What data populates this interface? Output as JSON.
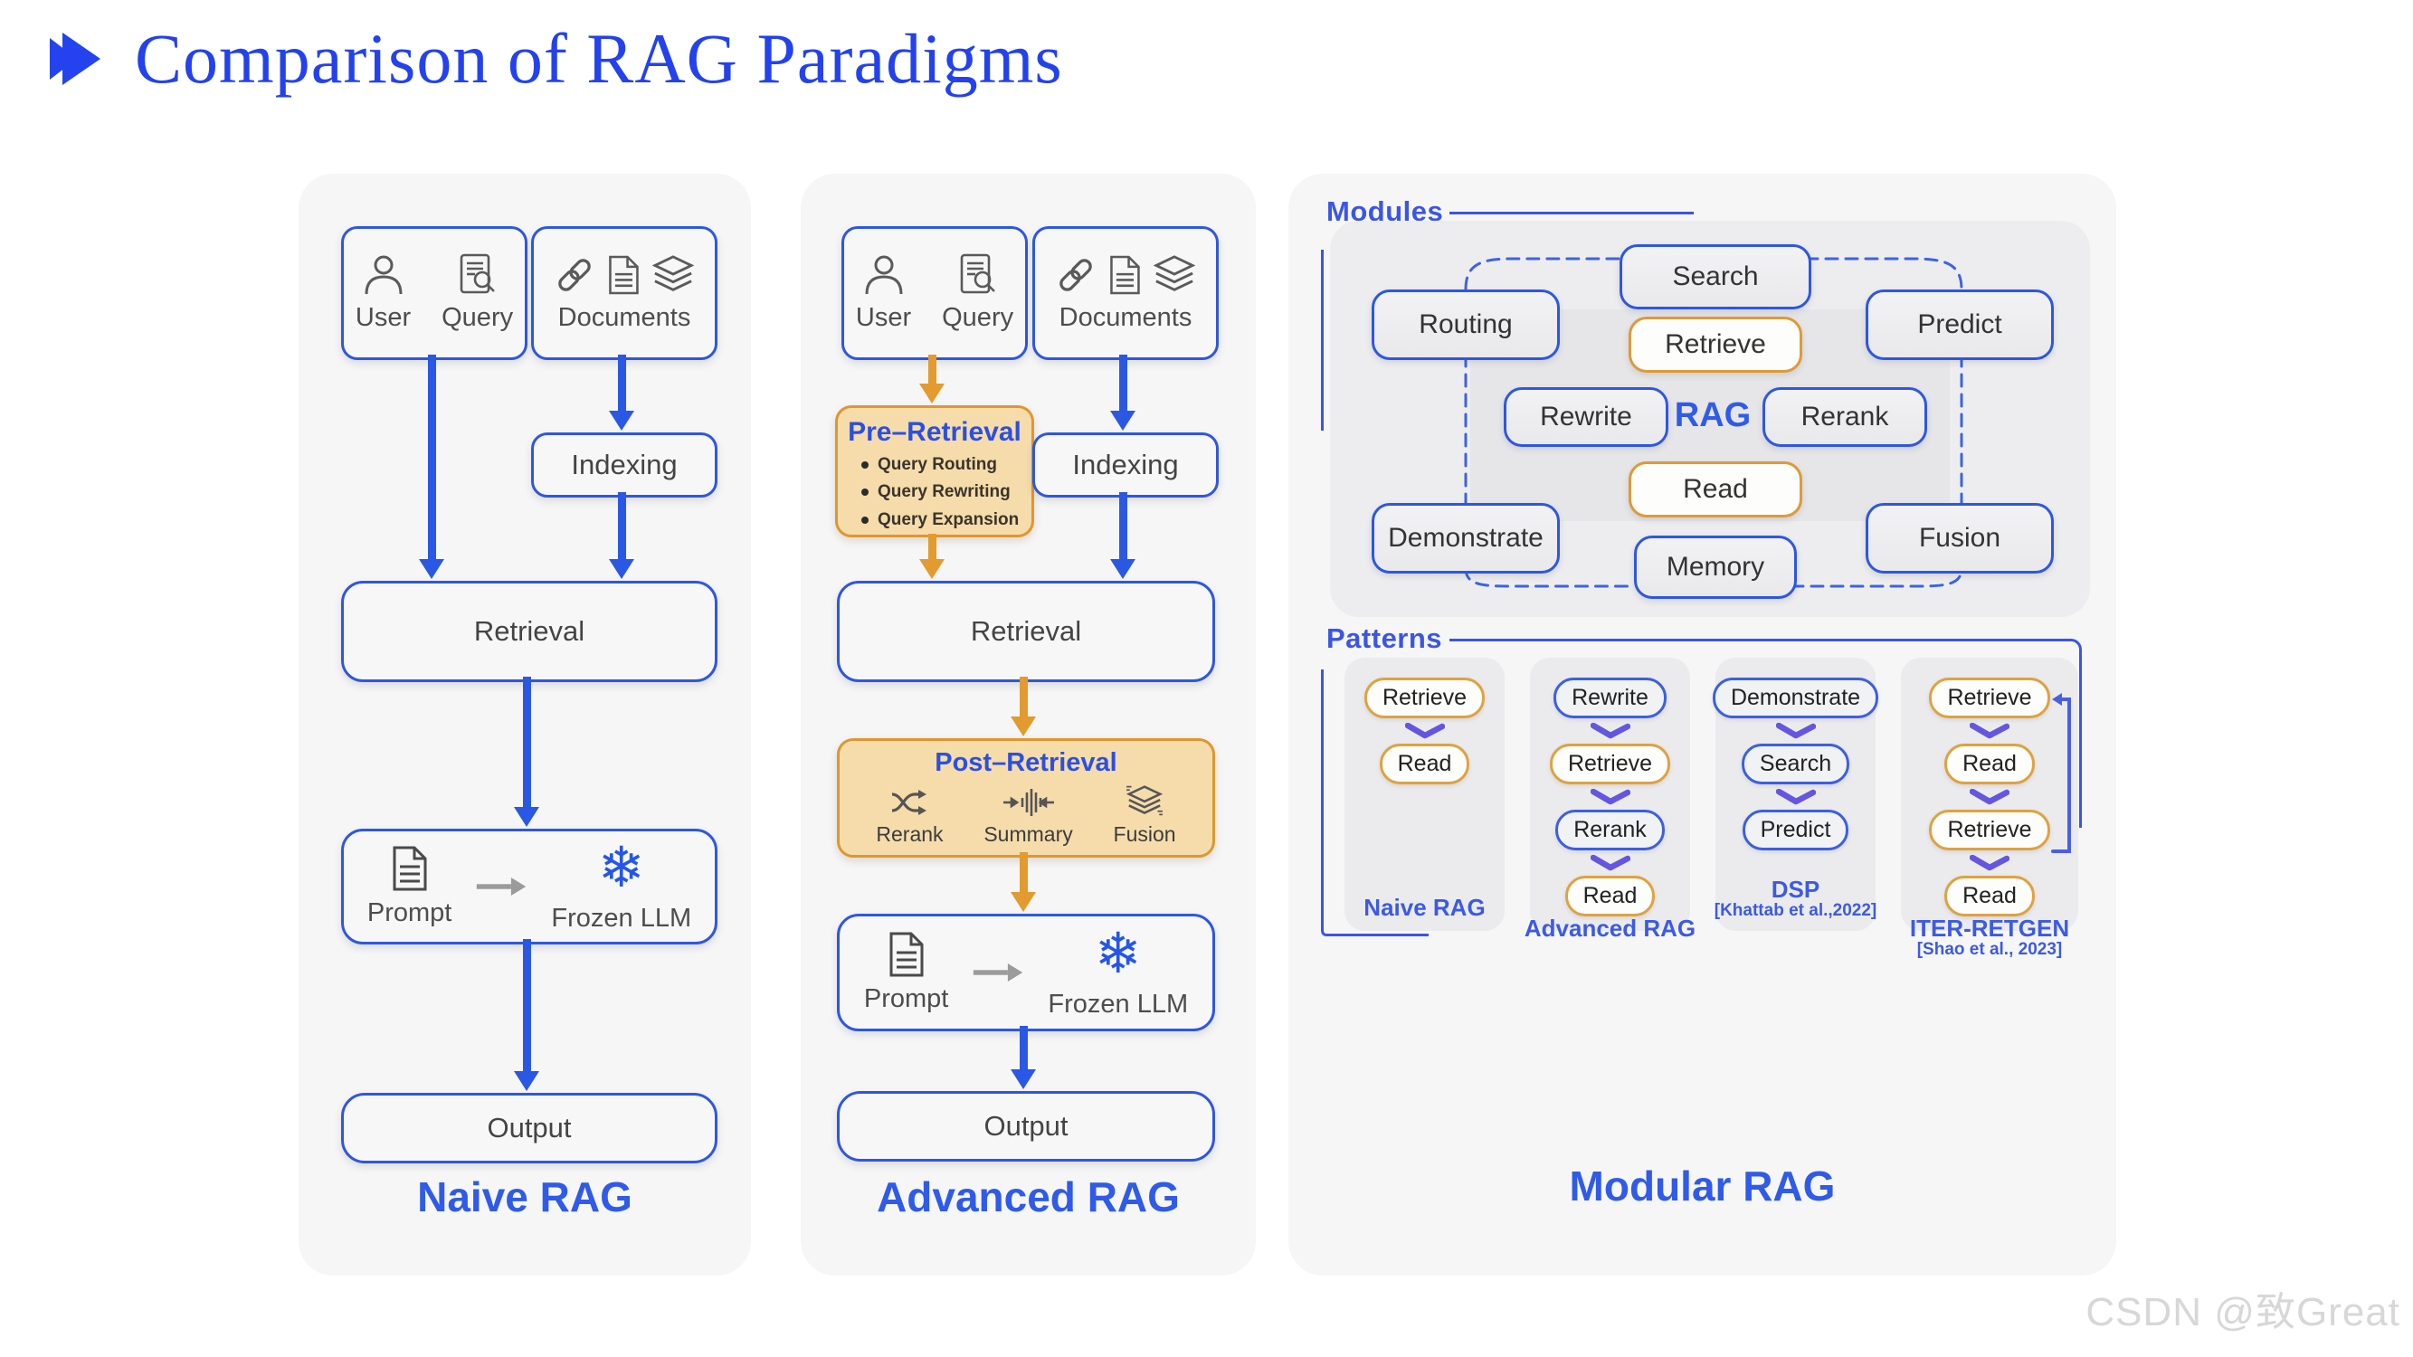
{
  "title": {
    "text": "Comparison of RAG Paradigms"
  },
  "watermark": "CSDN @致Great",
  "colors": {
    "accent_blue": "#2f5be8",
    "border_blue": "#2e57e0",
    "arrow_blue": "#2a58e4",
    "orange_border": "#dd9732",
    "orange_fill": "#f6dcab",
    "arrow_orange": "#e39a2e",
    "chevron_purple": "#6456e0",
    "heading_blue": "#3b55e6",
    "title_blue": "#2342ee"
  },
  "icons": {
    "title": "fast-forward-icon",
    "user": "person-icon",
    "query": "document-search-icon",
    "documents": [
      "link-icon",
      "file-icon",
      "layers-icon"
    ],
    "prompt": "document-icon",
    "frozen_llm": "snowflake-icon",
    "snowflake_glyph": "❄",
    "rerank": "shuffle-icon",
    "summary": "waveform-icon",
    "fusion": "layers-icon",
    "step_arrow": "chevron-down-icon"
  },
  "naive": {
    "label": "Naive RAG",
    "user": "User",
    "query": "Query",
    "documents": "Documents",
    "indexing": "Indexing",
    "retrieval": "Retrieval",
    "prompt": "Prompt",
    "frozen_llm": "Frozen LLM",
    "output": "Output"
  },
  "advanced": {
    "label": "Advanced RAG",
    "user": "User",
    "query": "Query",
    "documents": "Documents",
    "pre_retrieval": {
      "title": "Pre–Retrieval",
      "items": [
        "Query Routing",
        "Query Rewriting",
        "Query Expansion"
      ]
    },
    "indexing": "Indexing",
    "retrieval": "Retrieval",
    "post_retrieval": {
      "title": "Post–Retrieval",
      "items": [
        "Rerank",
        "Summary",
        "Fusion"
      ]
    },
    "prompt": "Prompt",
    "frozen_llm": "Frozen LLM",
    "output": "Output"
  },
  "modular": {
    "label": "Modular RAG",
    "modules": {
      "heading": "Modules",
      "search": "Search",
      "routing": "Routing",
      "predict": "Predict",
      "retrieve": "Retrieve",
      "rewrite": "Rewrite",
      "rag": "RAG",
      "rerank": "Rerank",
      "read": "Read",
      "demonstrate": "Demonstrate",
      "fusion": "Fusion",
      "memory": "Memory"
    },
    "patterns": {
      "heading": "Patterns",
      "columns": [
        {
          "label": "Naive RAG",
          "sublabel": "",
          "loop": false,
          "steps": [
            {
              "t": "Retrieve",
              "c": "orange"
            },
            {
              "t": "Read",
              "c": "orange"
            }
          ]
        },
        {
          "label": "Advanced RAG",
          "sublabel": "",
          "loop": false,
          "steps": [
            {
              "t": "Rewrite",
              "c": "blue"
            },
            {
              "t": "Retrieve",
              "c": "orange"
            },
            {
              "t": "Rerank",
              "c": "blue"
            },
            {
              "t": "Read",
              "c": "orange"
            }
          ]
        },
        {
          "label": "DSP",
          "sublabel": "[Khattab et al.,2022]",
          "loop": false,
          "steps": [
            {
              "t": "Demonstrate",
              "c": "blue"
            },
            {
              "t": "Search",
              "c": "blue"
            },
            {
              "t": "Predict",
              "c": "blue"
            }
          ]
        },
        {
          "label": "ITER-RETGEN",
          "sublabel": "[Shao et al., 2023]",
          "loop": true,
          "steps": [
            {
              "t": "Retrieve",
              "c": "orange"
            },
            {
              "t": "Read",
              "c": "orange"
            },
            {
              "t": "Retrieve",
              "c": "orange"
            },
            {
              "t": "Read",
              "c": "orange"
            }
          ]
        }
      ]
    }
  }
}
